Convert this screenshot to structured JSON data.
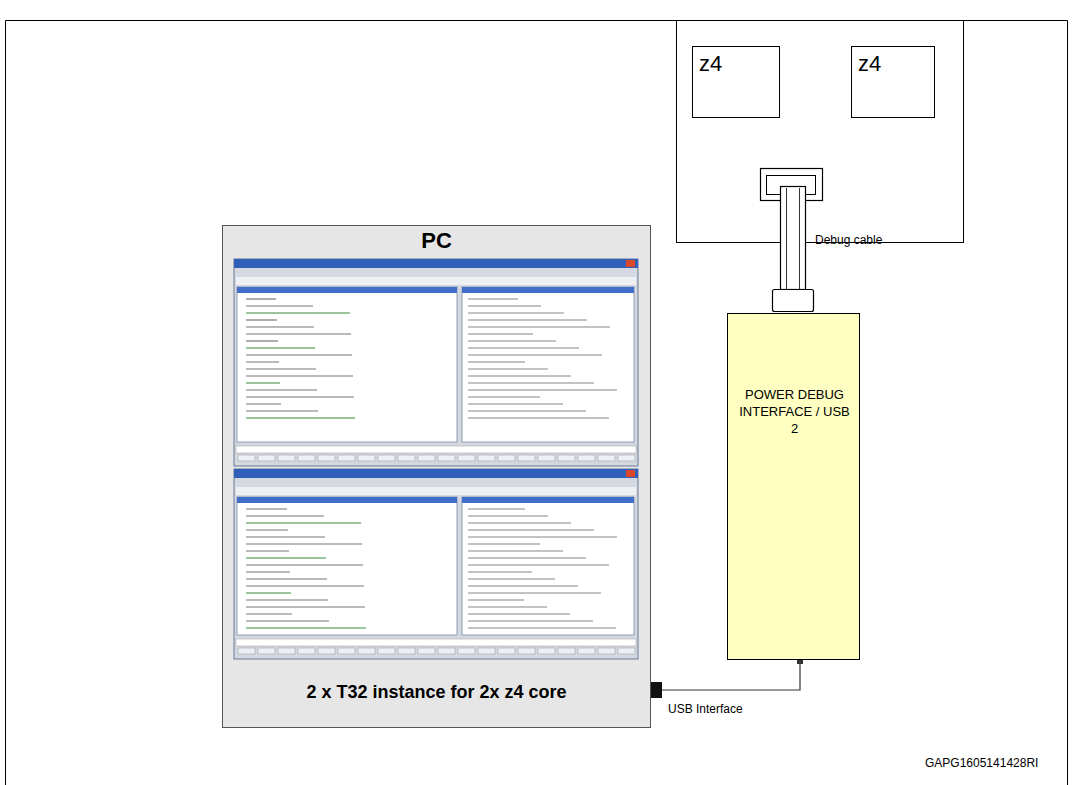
{
  "diagram": {
    "nodes": [
      {
        "text": [
          "z4"
        ]
      },
      {
        "text": [
          "z4"
        ]
      },
      {
        "text": [
          "PC",
          "2 x T32 instance for 2x z4 core"
        ]
      },
      {
        "text": [
          "POWER DEBUG INTERFACE / USB 2"
        ]
      }
    ],
    "edges": [
      {
        "from": 2,
        "to": 3,
        "arrow": "none",
        "label": "USB Interface"
      }
    ],
    "labels": [
      "Debug cable",
      "GAPG1605141428RI"
    ]
  }
}
